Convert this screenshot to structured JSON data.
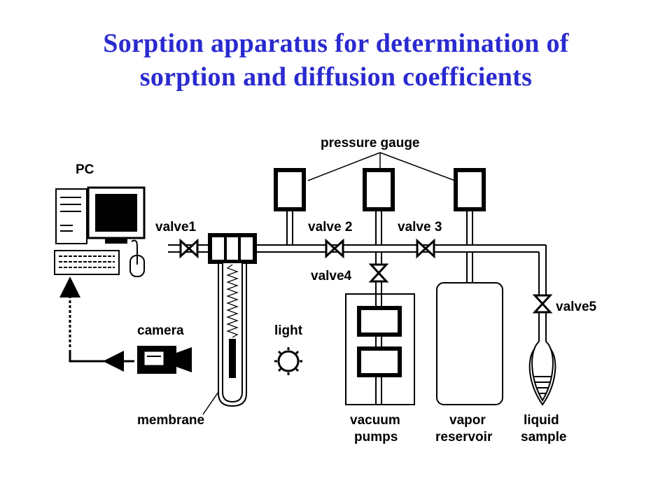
{
  "title": {
    "line1": "Sorption apparatus for determination of",
    "line2": "sorption and diffusion coefficients"
  },
  "labels": {
    "pc": "PC",
    "pressure_gauge": "pressure gauge",
    "valve1": "valve1",
    "valve2": "valve 2",
    "valve3": "valve 3",
    "valve4": "valve4",
    "valve5": "valve5",
    "camera": "camera",
    "light": "light",
    "membrane": "membrane",
    "vacuum_line1": "vacuum",
    "vacuum_line2": "pumps",
    "vapor_line1": "vapor",
    "vapor_line2": "reservoir",
    "liquid_line1": "liquid",
    "liquid_line2": "sample"
  },
  "colors": {
    "title": "#2a2ad0",
    "line": "#000000"
  }
}
